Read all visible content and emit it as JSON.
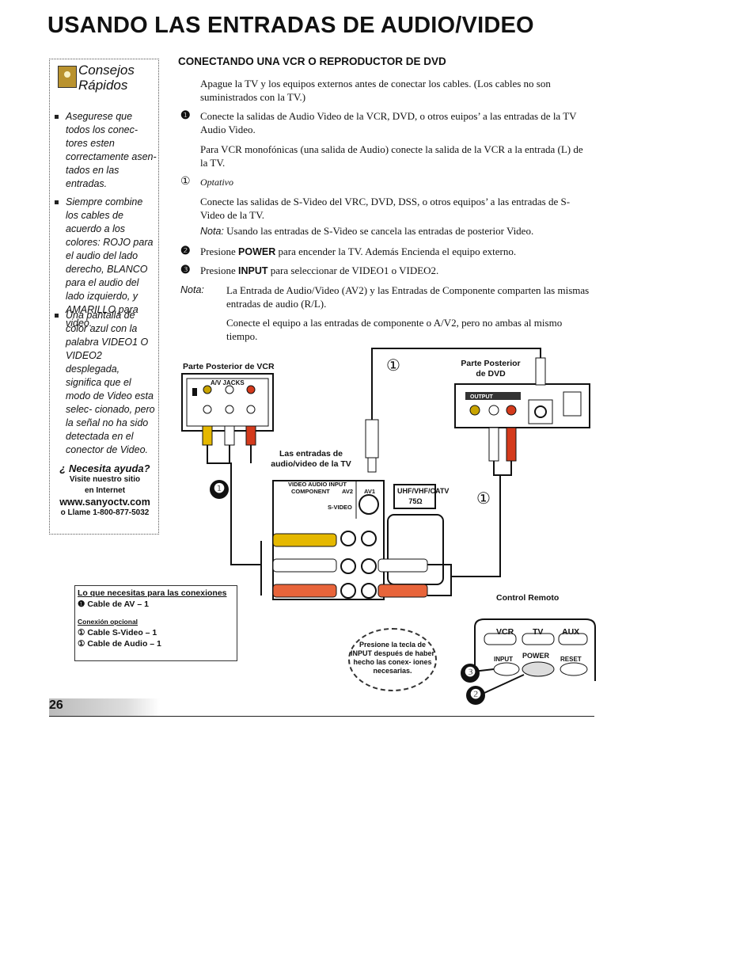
{
  "page": {
    "title": "USANDO LAS ENTRADAS DE AUDIO/VIDEO",
    "page_number": "26"
  },
  "tips": {
    "heading_line1": "Consejos",
    "heading_line2": "Rápidos",
    "items": [
      "Asegurese que todos los conec- tores esten correctamente asen- tados en las entradas.",
      "Siempre combine los cables de acuerdo a los colores: ROJO para el audio del lado derecho, BLANCO para el audio del lado izquierdo, y AMARILLO para video.",
      "Una pantalla de color azul con la palabra VIDEO1 O VIDEO2 desplegada, significa que el modo de Video esta selec- cionado, pero la señal no ha sido detectada en el conector de Video."
    ],
    "help_question": "¿ Necesita ayuda?",
    "help_visit1": "Visite nuestro sitio",
    "help_visit2": "en Internet",
    "help_url": "www.sanyoctv.com",
    "help_call": "o Llame 1-800-877-5032"
  },
  "section": {
    "heading": "CONECTANDO UNA VCR O REPRODUCTOR DE DVD",
    "intro": "Apague la TV y los equipos externos antes de conectar los cables. (Los cables no son suministrados con la TV.)",
    "step1_marker": "❶",
    "step1_text": "Conecte la salidas de Audio Video de la VCR, DVD, o otros euipos’ a las entradas de la TV Audio Video.",
    "step1_mono": "Para VCR monofónicas (una salida de Audio) conecte la salida de la VCR a la entrada (L) de la TV.",
    "optional_marker": "①",
    "optional_label": "Optativo",
    "optional_text": "Conecte las salidas de S-Video del VRC, DVD, DSS, o otros equipos’ a las entradas de S-Video de la TV.",
    "optional_note_label": "Nota:",
    "optional_note": "Usando las entradas de S-Video se cancela las entradas de posterior Video.",
    "step2_marker": "❷",
    "step2_pre": "Presione ",
    "step2_key": "POWER",
    "step2_post": " para encender la TV. Además Encienda el equipo externo.",
    "step3_marker": "❸",
    "step3_pre": "Presione ",
    "step3_key": "INPUT",
    "step3_post": " para seleccionar de VIDEO1 o VIDEO2.",
    "nota_label": "Nota:",
    "nota_text": "La Entrada de Audio/Video (AV2) y las Entradas de Componente comparten las mismas entradas de audio (R/L).",
    "nota_text2": "Conecte el equipo a las entradas de componente o A/V2, pero no ambas al mismo tiempo."
  },
  "diagram": {
    "vcr_label": "Parte Posterior de VCR",
    "dvd_label_line1": "Parte Posterior",
    "dvd_label_line2": "de DVD",
    "tv_label_line1": "Las entradas de",
    "tv_label_line2": "audio/video de la TV",
    "remote_label": "Control Remoto",
    "uhf_label": "UHF/VHF/CATV",
    "ohm_label": "75Ω",
    "panel_header": "VIDEO AUDIO INPUT",
    "panel_component": "COMPONENT",
    "panel_av2": "AV2",
    "panel_av1": "AV1",
    "panel_svideo": "S-VIDEO",
    "remote_vcr": "VCR",
    "remote_tv": "TV",
    "remote_aux": "AUX",
    "remote_input": "INPUT",
    "remote_power": "POWER",
    "remote_reset": "RESET",
    "bubble_text": "Presione la tecla de INPUT después de haber hecho las conex- iones necesarias.",
    "vcr_jacks": "A/V JACKS",
    "dvd_output": "OUTPUT",
    "mark_circle1": "①",
    "mark_black1": "❶",
    "mark_black2": "❷",
    "mark_black3": "❸"
  },
  "needs": {
    "heading": "Lo que necesitas para las conexiones",
    "item1": "❶ Cable de AV – 1",
    "optional_heading": "Conexión opcional",
    "opt1": "① Cable S-Video – 1",
    "opt2": "① Cable de Audio – 1"
  }
}
